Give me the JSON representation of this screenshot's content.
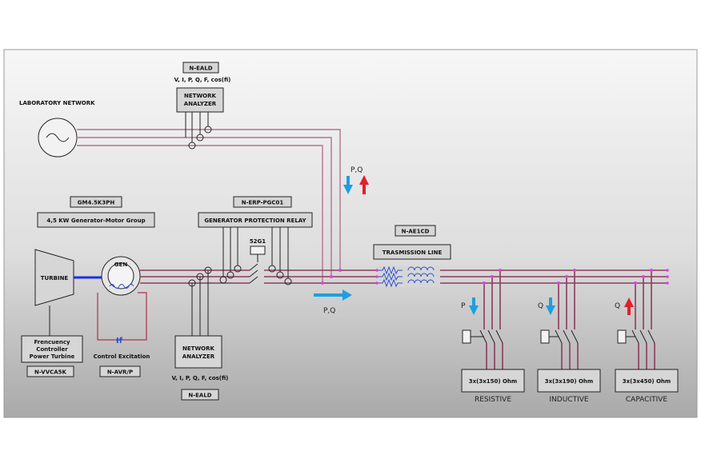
{
  "network_source": {
    "label": "LABORATORY NETWORK"
  },
  "analyzer_top": {
    "code": "N-EALD",
    "measures": "V, I, P, Q, F, cos(fi)",
    "title_line1": "NETWORK",
    "title_line2": "ANALYZER"
  },
  "power_flow_grid": {
    "label": "P,Q"
  },
  "generator_group": {
    "code": "GM4.5K3PH",
    "description": "4,5 KW Generator-Motor Group"
  },
  "turbine": {
    "label": "TURBINE"
  },
  "generator": {
    "label": "GEN"
  },
  "frequency_controller": {
    "line1": "Frencuency",
    "line2": "Controller",
    "line3": "Power Turbine",
    "code": "N-VVCA5K"
  },
  "excitation": {
    "label": "Control Excitation",
    "code": "N-AVR/P",
    "symbol": "Ɨf"
  },
  "protection_relay": {
    "code": "N-ERP-PGC01",
    "title": "GENERATOR PROTECTION RELAY",
    "breaker": "52G1"
  },
  "analyzer_bottom": {
    "title_line1": "NETWORK",
    "title_line2": "ANALYZER",
    "measures": "V, I, P, Q, F, cos(fi)",
    "code": "N-EALD"
  },
  "power_flow_gen": {
    "label": "P,Q"
  },
  "transmission_line": {
    "code": "N-AE1CD",
    "title": "TRASMISSION LINE"
  },
  "loads": [
    {
      "flow": "P",
      "value": "3x(3x150) Ohm",
      "name": "RESISTIVE",
      "direction": "down",
      "color": "#1e9ee0"
    },
    {
      "flow": "Q",
      "value": "3x(3x190) Ohm",
      "name": "INDUCTIVE",
      "direction": "down",
      "color": "#1e9ee0"
    },
    {
      "flow": "Q",
      "value": "3x(3x450) Ohm",
      "name": "CAPACITIVE",
      "direction": "up",
      "color": "#e0202a"
    }
  ],
  "colors": {
    "bus": "#8c3a5c",
    "down_arrow": "#1e9ee0",
    "up_arrow": "#e0202a",
    "shaft": "#1a2ee6",
    "node": "#e040e0",
    "coil": "#2a4fd0"
  }
}
